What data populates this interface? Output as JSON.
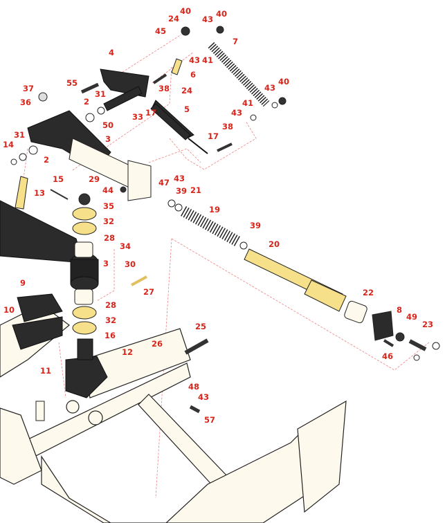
{
  "diagram": {
    "type": "exploded-parts-view",
    "colors": {
      "callout": "#d8251b",
      "frame": "#fdf9ec",
      "part_dark": "#2b2b2b",
      "brass": "#f6e08a",
      "leader": "#f08080"
    },
    "callouts": [
      "40",
      "43",
      "40",
      "24",
      "45",
      "7",
      "43",
      "41",
      "6",
      "4",
      "55",
      "37",
      "31",
      "38",
      "24",
      "40",
      "43",
      "36",
      "2",
      "41",
      "43",
      "5",
      "17",
      "33",
      "50",
      "38",
      "17",
      "31",
      "3",
      "14",
      "2",
      "15",
      "29",
      "43",
      "47",
      "13",
      "44",
      "39",
      "21",
      "35",
      "19",
      "32",
      "39",
      "28",
      "34",
      "20",
      "3",
      "30",
      "9",
      "27",
      "22",
      "28",
      "10",
      "8",
      "32",
      "49",
      "23",
      "16",
      "25",
      "26",
      "12",
      "46",
      "11",
      "48",
      "43",
      "57"
    ]
  }
}
